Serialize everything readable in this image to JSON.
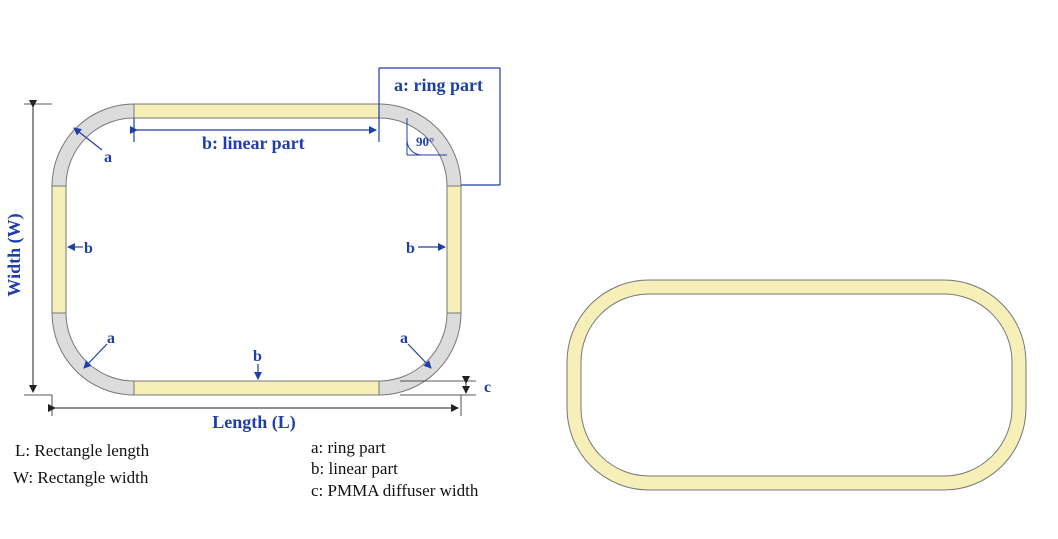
{
  "diagram": {
    "labels": {
      "ring_part_top": "a: ring part",
      "linear_part_top": "b: linear part",
      "angle": "90°",
      "a_top_left": "a",
      "a_bottom_left": "a",
      "a_bottom_right": "a",
      "b_left": "b",
      "b_right": "b",
      "b_bottom": "b",
      "c": "c",
      "width": "Width (W)",
      "length": "Length (L)"
    },
    "legend": {
      "L": "L: Rectangle length",
      "W": "W: Rectangle width",
      "a": "a: ring part",
      "b": "b: linear part",
      "c": "c: PMMA diffuser width"
    },
    "colors": {
      "ring": "#dcdcdc",
      "linear": "#f6f0b8",
      "outline": "#777777",
      "annotation": "#1f3fa8"
    }
  }
}
